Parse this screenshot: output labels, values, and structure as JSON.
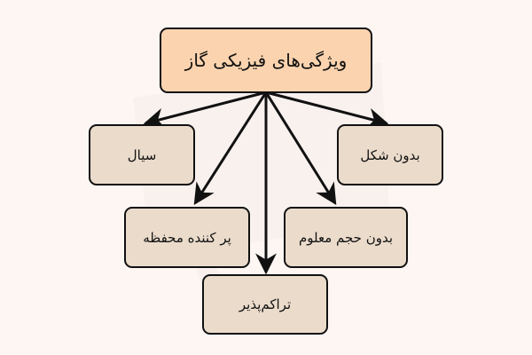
{
  "diagram": {
    "root": {
      "label": "ویژگی‌های فیزیکی گاز",
      "fill": "#FBD3AE"
    },
    "children": [
      {
        "label": "سیال"
      },
      {
        "label": "بدون شکل"
      },
      {
        "label": "پر کننده محفظه"
      },
      {
        "label": "بدون حجم معلوم"
      },
      {
        "label": "تراکم‌پذیر"
      }
    ],
    "child_fill": "#EADBCB",
    "background": "#FDF6F3"
  }
}
